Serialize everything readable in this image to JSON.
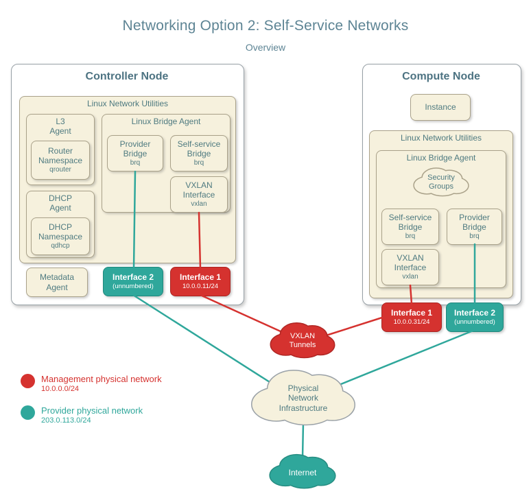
{
  "title": "Networking Option 2: Self-Service Networks",
  "subtitle": "Overview",
  "colors": {
    "management": "#d5322f",
    "provider": "#2fa79b",
    "node_fill": "#f6f1dd",
    "title_text": "#5d8494",
    "label_text": "#4e7a80"
  },
  "controller": {
    "title": "Controller Node",
    "lnu_label": "Linux Network Utilities",
    "l3_agent": "L3\nAgent",
    "router_ns": {
      "label": "Router\nNamespace",
      "sub": "qrouter"
    },
    "dhcp_agent": "DHCP\nAgent",
    "dhcp_ns": {
      "label": "DHCP\nNamespace",
      "sub": "qdhcp"
    },
    "lba_label": "Linux Bridge Agent",
    "provider_bridge": {
      "label": "Provider\nBridge",
      "sub": "brq"
    },
    "selfservice_bridge": {
      "label": "Self-service\nBridge",
      "sub": "brq"
    },
    "vxlan_interface": {
      "label": "VXLAN\nInterface",
      "sub": "vxlan"
    },
    "metadata_agent": "Metadata\nAgent",
    "interface2": {
      "label": "Interface 2",
      "sub": "(unnumbered)"
    },
    "interface1": {
      "label": "Interface 1",
      "sub": "10.0.0.11/24"
    }
  },
  "compute": {
    "title": "Compute Node",
    "instance": "Instance",
    "lnu_label": "Linux Network Utilities",
    "lba_label": "Linux Bridge Agent",
    "security_groups": "Security\nGroups",
    "selfservice_bridge": {
      "label": "Self-service\nBridge",
      "sub": "brq"
    },
    "provider_bridge": {
      "label": "Provider\nBridge",
      "sub": "brq"
    },
    "vxlan_interface": {
      "label": "VXLAN\nInterface",
      "sub": "vxlan"
    },
    "interface1": {
      "label": "Interface 1",
      "sub": "10.0.0.31/24"
    },
    "interface2": {
      "label": "Interface 2",
      "sub": "(unnumbered)"
    }
  },
  "clouds": {
    "vxlan_tunnels": "VXLAN\nTunnels",
    "physical_network": "Physical\nNetwork\nInfrastructure",
    "internet": "Internet"
  },
  "legend": [
    {
      "label": "Management physical network",
      "cidr": "10.0.0.0/24"
    },
    {
      "label": "Provider physical network",
      "cidr": "203.0.113.0/24"
    }
  ]
}
